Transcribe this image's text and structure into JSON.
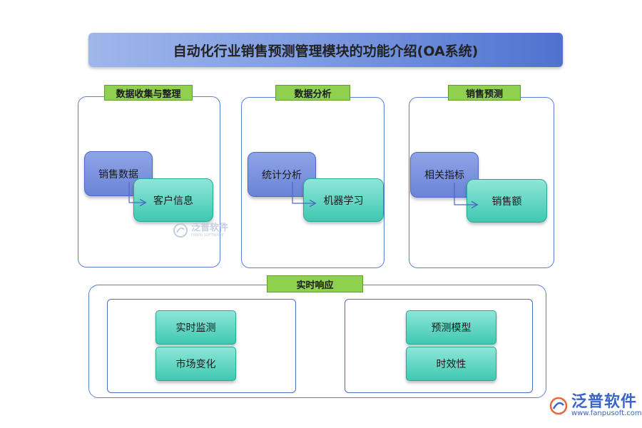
{
  "title": "自动化行业销售预测管理模块的功能介绍(OA系统)",
  "sections": [
    {
      "tag": "数据收集与整理",
      "source": "销售数据",
      "target": "客户信息"
    },
    {
      "tag": "数据分析",
      "source": "统计分析",
      "target": "机器学习"
    },
    {
      "tag": "销售预测",
      "source": "相关指标",
      "target": "销售额"
    }
  ],
  "realtime": {
    "tag": "实时响应",
    "left": [
      "实时监测",
      "市场变化"
    ],
    "right": [
      "预测模型",
      "时效性"
    ]
  },
  "watermark": {
    "text": "泛普软件",
    "sub": "FANPU SOFTWARE"
  },
  "brand": {
    "name": "泛普软件",
    "url": "www.fanpusoft.com"
  },
  "colors": {
    "panel_border": "#5c7fd6",
    "tag_green": "#8fd14f",
    "blue_box": "#7a92de",
    "teal_box": "#3fc8b2"
  }
}
